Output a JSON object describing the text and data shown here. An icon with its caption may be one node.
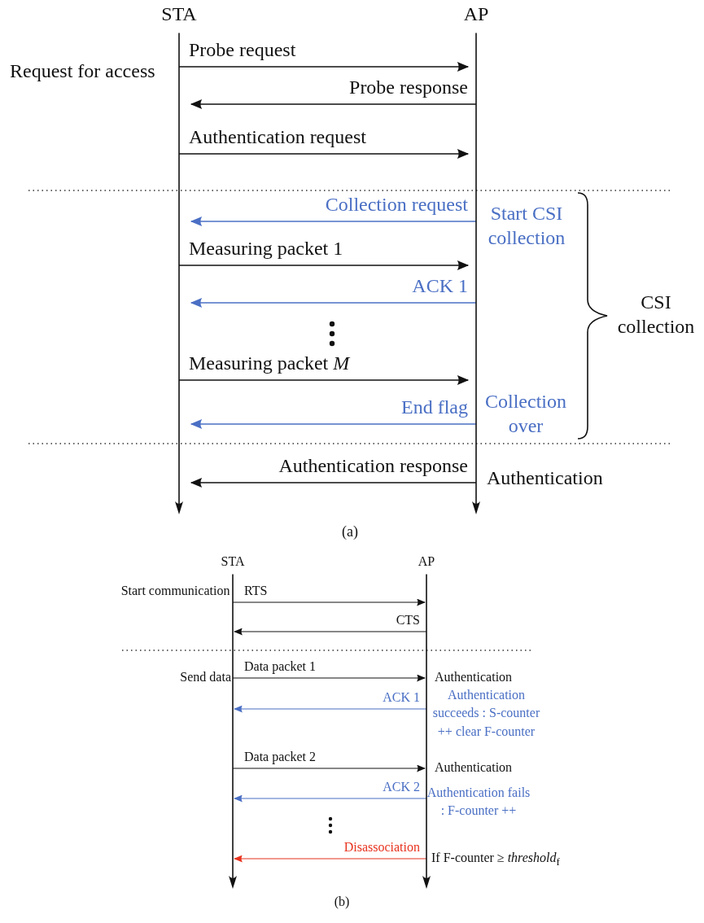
{
  "diagram": {
    "nodes": [
      {
        "text": [
          "STA"
        ]
      },
      {
        "text": [
          "AP"
        ]
      },
      {
        "text": [
          "STA"
        ]
      },
      {
        "text": [
          "AP"
        ]
      }
    ],
    "edges": [
      {
        "from": 0,
        "to": 1,
        "arrow": "to",
        "label": "Probe request"
      },
      {
        "from": 1,
        "to": 0,
        "arrow": "to",
        "label": "Probe response"
      },
      {
        "from": 0,
        "to": 1,
        "arrow": "to",
        "label": "Authentication request"
      },
      {
        "from": 1,
        "to": 0,
        "arrow": "to",
        "label": "Collection request",
        "color": "#4a6fc4"
      },
      {
        "from": 0,
        "to": 1,
        "arrow": "to",
        "label": "Measuring packet 1"
      },
      {
        "from": 1,
        "to": 0,
        "arrow": "to",
        "label": "ACK 1",
        "color": "#4a6fc4"
      },
      {
        "from": 0,
        "to": 1,
        "arrow": "to",
        "label": "Measuring packet *M*"
      },
      {
        "from": 1,
        "to": 0,
        "arrow": "to",
        "label": "End flag",
        "color": "#4a6fc4"
      },
      {
        "from": 1,
        "to": 0,
        "arrow": "to",
        "label": "Authentication response"
      },
      {
        "from": 2,
        "to": 3,
        "arrow": "to",
        "label": "RTS"
      },
      {
        "from": 3,
        "to": 2,
        "arrow": "to",
        "label": "CTS"
      },
      {
        "from": 2,
        "to": 3,
        "arrow": "to",
        "label": "Data packet 1"
      },
      {
        "from": 3,
        "to": 2,
        "arrow": "to",
        "label": "ACK 1",
        "color": "#4a6fc4"
      },
      {
        "from": 2,
        "to": 3,
        "arrow": "to",
        "label": "Data packet 2"
      },
      {
        "from": 3,
        "to": 2,
        "arrow": "to",
        "label": "ACK 2",
        "color": "#4a6fc4"
      },
      {
        "from": 3,
        "to": 2,
        "arrow": "to",
        "label": "Disassociation",
        "color": "#e8321e"
      }
    ],
    "labels": [
      "Request for access",
      "Start CSI collection",
      "CSI collection",
      "Collection over",
      "Authentication",
      "(a)",
      "Start communication",
      "Send data",
      "Authentication",
      "Authentication succeeds : S-counter ++ clear F-counter",
      "Authentication",
      "Authentication fails : F-counter ++",
      "If F-counter ≥ *threshold*$_{f}$",
      "(b)"
    ]
  }
}
